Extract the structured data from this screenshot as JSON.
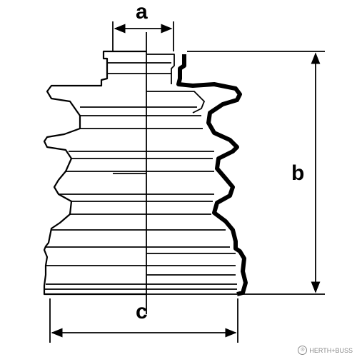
{
  "dimensions": {
    "a": "a",
    "b": "b",
    "c": "c"
  },
  "watermark": {
    "logo_icon": "registered-mark-icon",
    "logo_glyph": "®",
    "text": "HERTH+BUSS"
  },
  "colors": {
    "line": "#000000",
    "background": "#ffffff",
    "watermark": "#8a8a8a"
  }
}
